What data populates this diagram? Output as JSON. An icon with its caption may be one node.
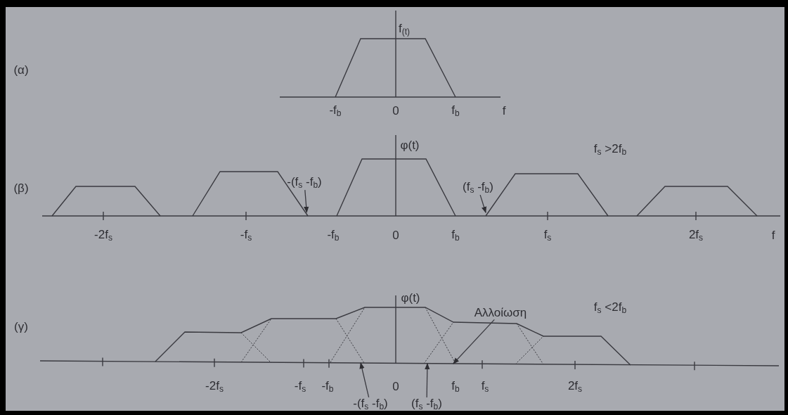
{
  "diagram": {
    "nodes": [
      {
        "text": [
          "-(f$_{s}$ -f$_{b}$)"
        ]
      },
      {
        "text": [
          "(f$_{s}$ -f$_{b}$)"
        ]
      },
      {
        "text": [],
        "shape": "trapezoid"
      },
      {
        "text": [],
        "shape": "trapezoid"
      },
      {
        "text": [],
        "shape": "trapezoid"
      },
      {
        "text": [],
        "shape": "trapezoid"
      },
      {
        "text": [],
        "shape": "trapezoid"
      },
      {
        "text": [
          "Αλλοίωση"
        ]
      },
      {
        "text": [
          "-(f$_{s}$ -f$_{b}$)"
        ]
      },
      {
        "text": [
          "(f$_{s}$ -f$_{b}$)"
        ]
      },
      {
        "text": [],
        "shape": "cross"
      },
      {
        "text": [],
        "shape": "cross"
      },
      {
        "text": [],
        "shape": "cross"
      },
      {
        "text": [],
        "shape": "cross"
      }
    ],
    "edges": [
      {
        "from": 0,
        "to": 3,
        "arrow": "to"
      },
      {
        "from": 1,
        "to": 5,
        "arrow": "to"
      },
      {
        "from": 7,
        "to": 12,
        "arrow": "to"
      },
      {
        "from": 8,
        "to": 11,
        "arrow": "to"
      },
      {
        "from": 9,
        "to": 12,
        "arrow": "to"
      }
    ],
    "labels": [
      "f$_{(t)}$",
      "(α)",
      "-f$_{b}$",
      "0",
      "f$_{b}$",
      "f",
      "φ(t)",
      "f$_{s}$ >2f$_{b}$",
      "(β)",
      "-2f$_{s}$",
      "-f$_{s}$",
      "-f$_{b}$",
      "0",
      "f$_{b}$",
      "f$_{s}$",
      "2f$_{s}$",
      "f",
      "φ(t)",
      "f$_{s}$ <2f$_{b}$",
      "(γ)",
      "-2f$_{s}$",
      "-f$_{s}$",
      "-f$_{b}$",
      "0",
      "f$_{b}$",
      "f$_{s}$",
      "2f$_{s}$"
    ]
  }
}
